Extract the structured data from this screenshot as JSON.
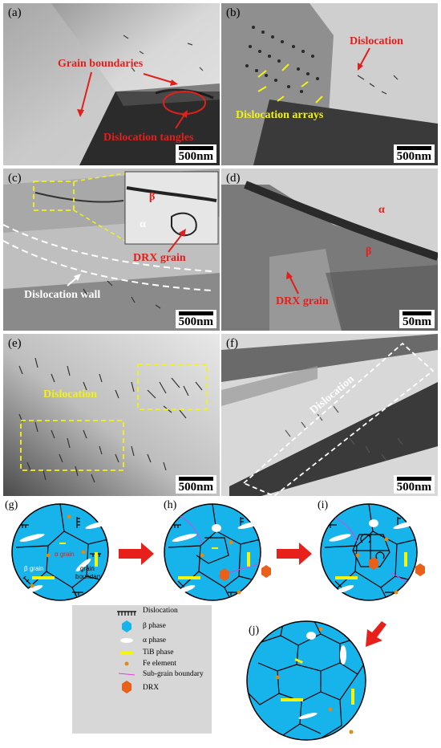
{
  "panels": {
    "a": {
      "label": "(a)",
      "scale": "500nm",
      "notes": [
        "Grain boundaries",
        "Dislocation tangles"
      ]
    },
    "b": {
      "label": "(b)",
      "scale": "500nm",
      "notes": [
        "Dislocation",
        "Dislocation arrays"
      ]
    },
    "c": {
      "label": "(c)",
      "scale": "500nm",
      "notes": [
        "β",
        "α",
        "DRX grain",
        "Dislocation wall"
      ]
    },
    "d": {
      "label": "(d)",
      "scale": "50nm",
      "notes": [
        "α",
        "β",
        "DRX grain"
      ]
    },
    "e": {
      "label": "(e)",
      "scale": "500nm",
      "notes": [
        "Dislocation"
      ]
    },
    "f": {
      "label": "(f)",
      "scale": "500nm",
      "notes": [
        "Dislocation"
      ]
    }
  },
  "schematic": {
    "labels": [
      "(g)",
      "(h)",
      "(i)",
      "(j)"
    ],
    "g_notes": [
      "α grain",
      "β grain",
      "grain",
      "boundary"
    ],
    "legend": [
      "Dislocation",
      "β phase",
      "α phase",
      "TiB phase",
      "Fe element",
      "Sub-grain boundary",
      "DRX"
    ]
  },
  "colors": {
    "beta": "#17b4ec",
    "tib": "#f5f50a",
    "fe": "#e08a1a",
    "drx": "#e8601a",
    "subgrain": "#e040e0",
    "annotation_red": "#e0201c",
    "annotation_yellow": "#f2f218"
  }
}
